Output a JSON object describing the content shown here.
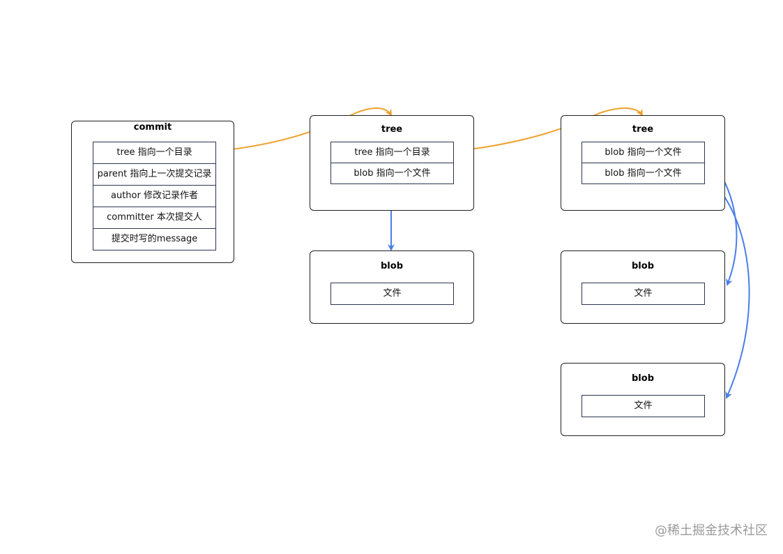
{
  "commit": {
    "title": "commit",
    "fields": [
      "tree 指向一个目录",
      "parent 指向上一次提交记录",
      "author 修改记录作者",
      "committer 本次提交人",
      "提交时写的message"
    ]
  },
  "tree1": {
    "title": "tree",
    "fields": [
      "tree 指向一个目录",
      "blob 指向一个文件"
    ]
  },
  "tree2": {
    "title": "tree",
    "fields": [
      "blob 指向一个文件",
      "blob 指向一个文件"
    ]
  },
  "blob1": {
    "title": "blob",
    "field": "文件"
  },
  "blob2": {
    "title": "blob",
    "field": "文件"
  },
  "blob3": {
    "title": "blob",
    "field": "文件"
  },
  "colors": {
    "tree_link": "#f0a02a",
    "blob_link": "#4a7ee8"
  },
  "watermark": "@稀土掘金技术社区"
}
